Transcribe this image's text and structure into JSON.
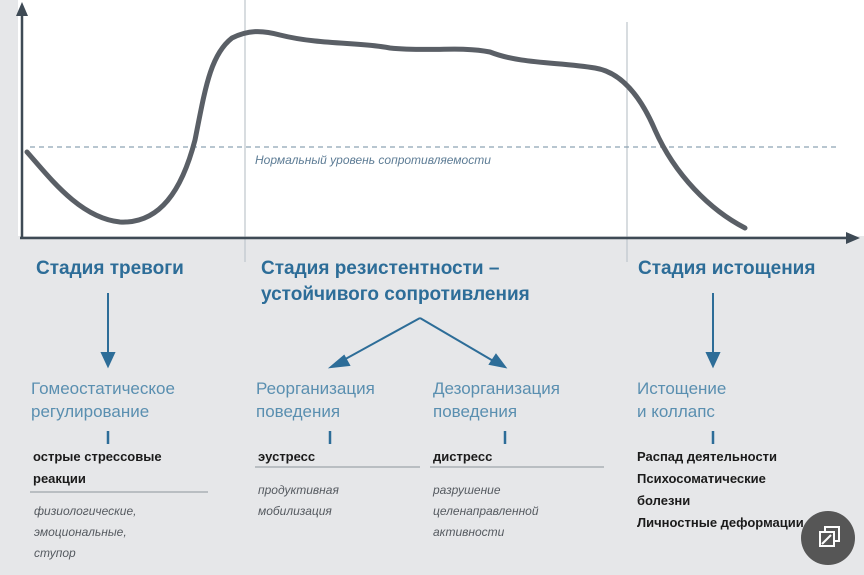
{
  "diagram": {
    "normal_level_label": "Нормальный уровень сопротивляемости",
    "stages": [
      {
        "title_lines": [
          "Стадия тревоги"
        ],
        "outcomes": [
          {
            "subtitle_lines": [
              "Гомеостатическое",
              "регулирование"
            ],
            "bold_lines": [
              "острые стрессовые",
              "реакции"
            ],
            "note_lines": [
              "физиологические,",
              "эмоциональные,",
              "ступор"
            ]
          }
        ]
      },
      {
        "title_lines": [
          "Стадия резистентности –",
          "устойчивого сопротивления"
        ],
        "outcomes": [
          {
            "subtitle_lines": [
              "Реорганизация",
              "поведения"
            ],
            "bold_lines": [
              "эустресс"
            ],
            "note_lines": [
              "продуктивная",
              "мобилизация"
            ]
          },
          {
            "subtitle_lines": [
              "Дезорганизация",
              "поведения"
            ],
            "bold_lines": [
              "дистресс"
            ],
            "note_lines": [
              "разрушение",
              "целенаправленной",
              "активности"
            ]
          }
        ]
      },
      {
        "title_lines": [
          "Стадия истощения"
        ],
        "outcomes": [
          {
            "subtitle_lines": [
              "Истощение",
              "и коллапс"
            ],
            "bold_lines": [
              "Распад деятельности",
              "Психосоматические",
              "болезни",
              "Личностные деформации"
            ],
            "note_lines": []
          }
        ]
      }
    ]
  },
  "overlay": {
    "icon": "copy-icon"
  },
  "colors": {
    "curve": "#5a5f66",
    "accent": "#2d6d98",
    "axis": "#3e4a55",
    "chart_bg": "#ffffff",
    "page_bg": "#e6e7e9"
  }
}
